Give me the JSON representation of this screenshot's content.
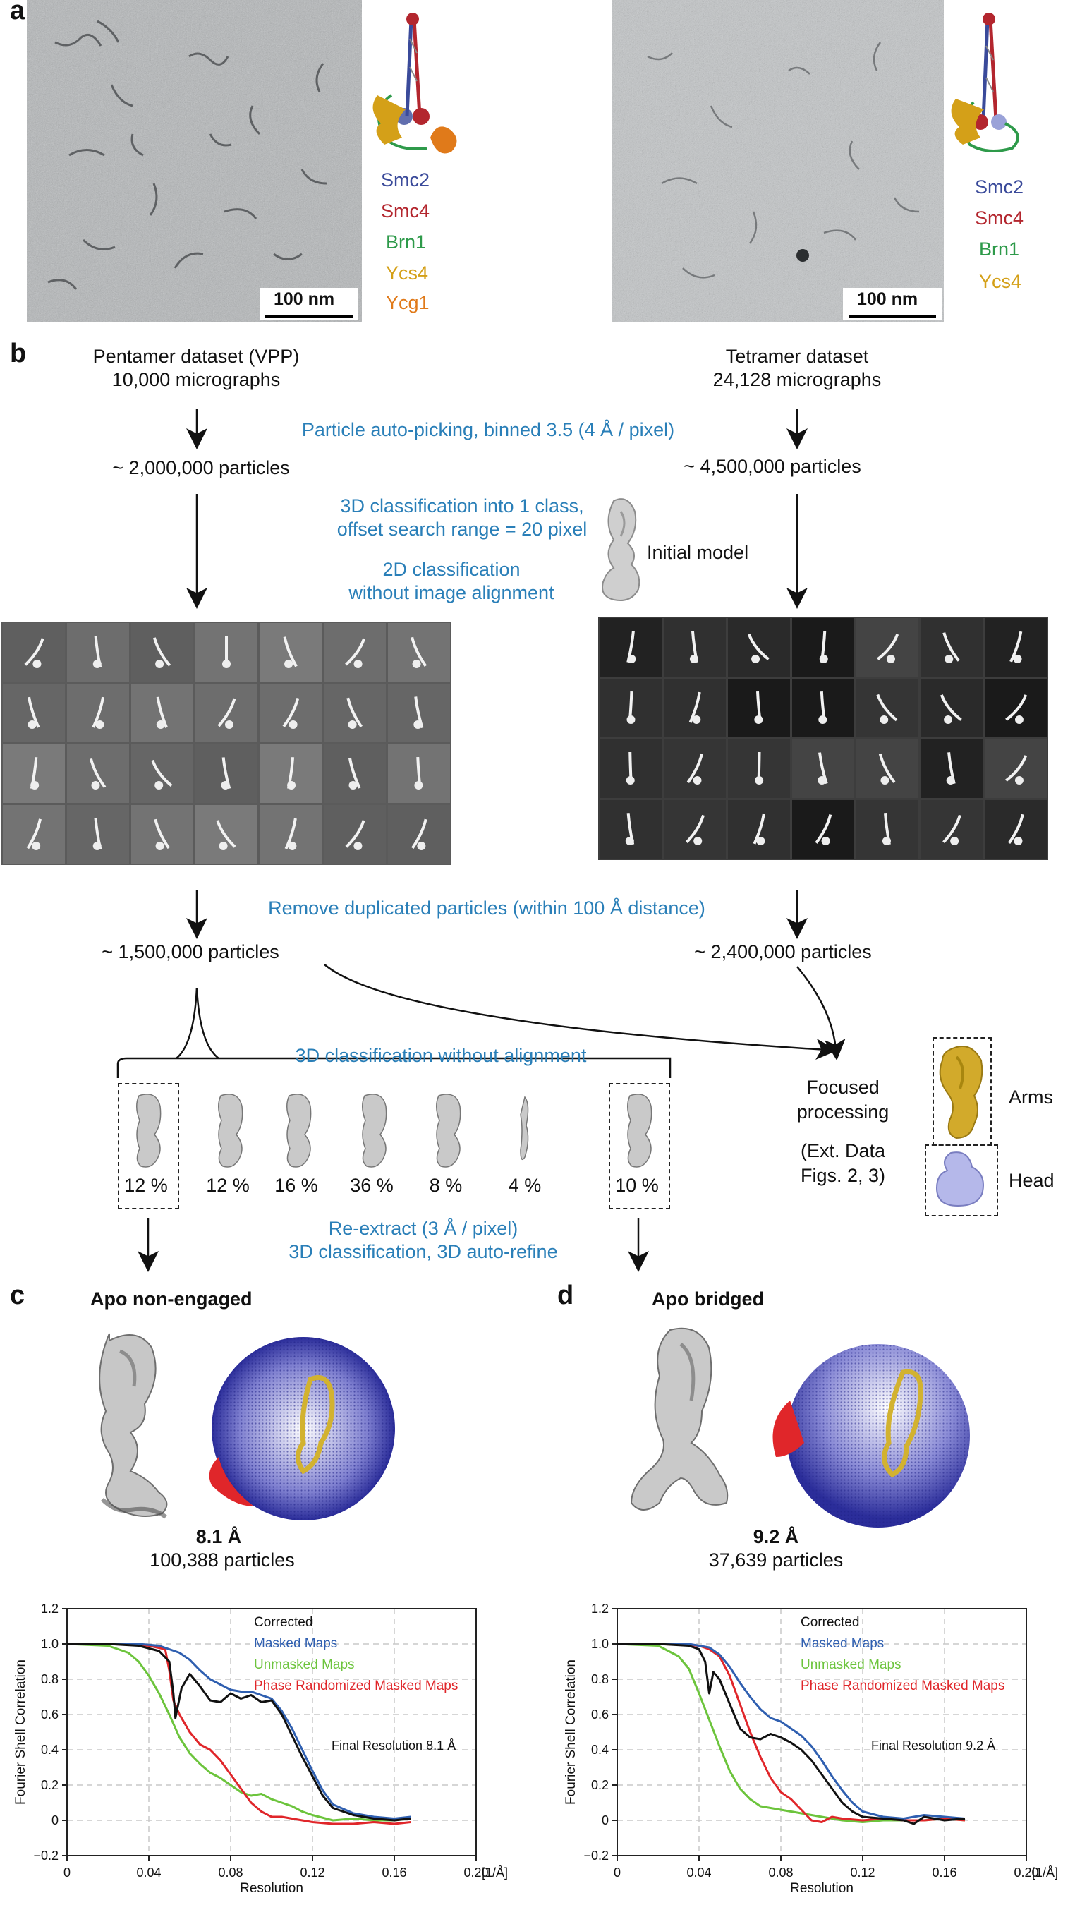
{
  "panel_labels": {
    "a": "a",
    "b": "b",
    "c": "c",
    "d": "d"
  },
  "panel_a": {
    "scale_left": "100 nm",
    "scale_right": "100 nm",
    "subunits_left": [
      {
        "name": "Smc2",
        "color": "#3a4a9a"
      },
      {
        "name": "Smc4",
        "color": "#b3262e"
      },
      {
        "name": "Brn1",
        "color": "#2e9a4a"
      },
      {
        "name": "Ycs4",
        "color": "#d4a018"
      },
      {
        "name": "Ycg1",
        "color": "#e07a1a"
      }
    ],
    "subunits_right": [
      {
        "name": "Smc2",
        "color": "#3a4a9a"
      },
      {
        "name": "Smc4",
        "color": "#b3262e"
      },
      {
        "name": "Brn1",
        "color": "#2e9a4a"
      },
      {
        "name": "Ycs4",
        "color": "#d4a018"
      }
    ]
  },
  "panel_b": {
    "left_title_1": "Pentamer dataset (VPP)",
    "left_title_2": "10,000 micrographs",
    "right_title_1": "Tetramer dataset",
    "right_title_2": "24,128 micrographs",
    "autopick": "Particle auto-picking, binned 3.5 (4 Å / pixel)",
    "left_particles_1": "~ 2,000,000 particles",
    "right_particles_1": "~ 4,500,000 particles",
    "classif3d_1": "3D classification into 1 class,",
    "classif3d_2": "offset search range = 20 pixel",
    "initial_model": "Initial model",
    "classif2d_1": "2D classification",
    "classif2d_2": "without image alignment",
    "remove_dup": "Remove duplicated particles (within 100 Å distance)",
    "left_particles_2": "~ 1,500,000 particles",
    "right_particles_2": "~ 2,400,000 particles",
    "classif3d_noalign": "3D classification without alignment",
    "class_percents": [
      "12 %",
      "12 %",
      "16 %",
      "36 %",
      "8 %",
      "4 %",
      "10 %"
    ],
    "focused_1": "Focused",
    "focused_2": "processing",
    "focused_3": "(Ext. Data",
    "focused_4": "Figs. 2, 3)",
    "arms": "Arms",
    "head": "Head",
    "reextract_1": "Re-extract (3 Å / pixel)",
    "reextract_2": "3D classification, 3D auto-refine"
  },
  "panel_c": {
    "title": "Apo non-engaged",
    "resolution": "8.1 Å",
    "particles": "100,388 particles"
  },
  "panel_d": {
    "title": "Apo bridged",
    "resolution": "9.2 Å",
    "particles": "37,639 particles"
  },
  "colors": {
    "corrected": "#111111",
    "masked": "#2f5fb0",
    "unmasked": "#6cc43c",
    "phase": "#e0262a",
    "flow_text": "#2a7fb8"
  },
  "chart_data": [
    {
      "type": "line",
      "panel": "c",
      "xlabel": "Resolution",
      "x_unit": "[1/Å]",
      "ylabel": "Fourier Shell Correlation",
      "xlim": [
        0,
        0.2
      ],
      "ylim": [
        -0.2,
        1.2
      ],
      "xticks": [
        0,
        0.04,
        0.08,
        0.12,
        0.16,
        0.2
      ],
      "xtick_labels": [
        "0",
        "0.04",
        "0.08",
        "0.12",
        "0.16",
        "0.20"
      ],
      "yticks": [
        -0.2,
        0,
        0.2,
        0.4,
        0.6,
        0.8,
        1.0,
        1.2
      ],
      "ytick_labels": [
        "−0.2",
        "0",
        "0.2",
        "0.4",
        "0.6",
        "0.8",
        "1.0",
        "1.2"
      ],
      "grid": true,
      "annotation": "Final Resolution 8.1 Å",
      "series": [
        {
          "name": "Corrected",
          "color": "#111111",
          "x": [
            0,
            0.02,
            0.035,
            0.045,
            0.05,
            0.052,
            0.053,
            0.056,
            0.06,
            0.065,
            0.07,
            0.075,
            0.08,
            0.085,
            0.09,
            0.095,
            0.1,
            0.105,
            0.11,
            0.115,
            0.12,
            0.125,
            0.13,
            0.14,
            0.15,
            0.16,
            0.168
          ],
          "y": [
            1.0,
            1.0,
            0.99,
            0.96,
            0.9,
            0.72,
            0.58,
            0.75,
            0.83,
            0.76,
            0.68,
            0.67,
            0.72,
            0.69,
            0.71,
            0.67,
            0.68,
            0.6,
            0.48,
            0.36,
            0.25,
            0.14,
            0.07,
            0.03,
            0.01,
            0.0,
            0.01
          ]
        },
        {
          "name": "Masked Maps",
          "color": "#2f5fb0",
          "x": [
            0,
            0.02,
            0.035,
            0.045,
            0.05,
            0.055,
            0.06,
            0.065,
            0.07,
            0.075,
            0.08,
            0.085,
            0.09,
            0.095,
            0.1,
            0.105,
            0.11,
            0.115,
            0.12,
            0.125,
            0.13,
            0.14,
            0.15,
            0.16,
            0.168
          ],
          "y": [
            1.0,
            1.0,
            1.0,
            0.99,
            0.97,
            0.95,
            0.91,
            0.85,
            0.8,
            0.77,
            0.74,
            0.73,
            0.73,
            0.71,
            0.69,
            0.62,
            0.52,
            0.4,
            0.28,
            0.17,
            0.09,
            0.04,
            0.02,
            0.01,
            0.02
          ]
        },
        {
          "name": "Unmasked Maps",
          "color": "#6cc43c",
          "x": [
            0,
            0.02,
            0.03,
            0.035,
            0.04,
            0.045,
            0.05,
            0.055,
            0.06,
            0.065,
            0.07,
            0.075,
            0.08,
            0.085,
            0.09,
            0.095,
            0.1,
            0.105,
            0.11,
            0.115,
            0.12,
            0.13,
            0.14,
            0.15,
            0.16,
            0.168
          ],
          "y": [
            1.0,
            0.99,
            0.95,
            0.9,
            0.82,
            0.72,
            0.6,
            0.47,
            0.38,
            0.32,
            0.27,
            0.24,
            0.2,
            0.16,
            0.14,
            0.15,
            0.12,
            0.1,
            0.08,
            0.05,
            0.03,
            0.0,
            0.01,
            0.0,
            0.0,
            0.01
          ]
        },
        {
          "name": "Phase Randomized Masked Maps",
          "color": "#e0262a",
          "x": [
            0,
            0.02,
            0.04,
            0.048,
            0.05,
            0.052,
            0.055,
            0.06,
            0.065,
            0.07,
            0.075,
            0.08,
            0.085,
            0.09,
            0.095,
            0.1,
            0.105,
            0.11,
            0.12,
            0.13,
            0.14,
            0.15,
            0.16,
            0.168
          ],
          "y": [
            1.0,
            1.0,
            0.99,
            0.97,
            0.85,
            0.68,
            0.6,
            0.5,
            0.43,
            0.4,
            0.34,
            0.26,
            0.18,
            0.1,
            0.05,
            0.02,
            0.02,
            0.01,
            -0.01,
            -0.02,
            -0.02,
            -0.01,
            -0.02,
            -0.01
          ]
        }
      ]
    },
    {
      "type": "line",
      "panel": "d",
      "xlabel": "Resolution",
      "x_unit": "[1/Å]",
      "ylabel": "Fourier Shell Correlation",
      "xlim": [
        0,
        0.2
      ],
      "ylim": [
        -0.2,
        1.2
      ],
      "xticks": [
        0,
        0.04,
        0.08,
        0.12,
        0.16,
        0.2
      ],
      "xtick_labels": [
        "0",
        "0.04",
        "0.08",
        "0.12",
        "0.16",
        "0.20"
      ],
      "yticks": [
        -0.2,
        0,
        0.2,
        0.4,
        0.6,
        0.8,
        1.0,
        1.2
      ],
      "ytick_labels": [
        "−0.2",
        "0",
        "0.2",
        "0.4",
        "0.6",
        "0.8",
        "1.0",
        "1.2"
      ],
      "grid": true,
      "annotation": "Final Resolution 9.2 Å",
      "series": [
        {
          "name": "Corrected",
          "color": "#111111",
          "x": [
            0,
            0.02,
            0.035,
            0.04,
            0.043,
            0.045,
            0.047,
            0.05,
            0.055,
            0.06,
            0.065,
            0.07,
            0.075,
            0.08,
            0.085,
            0.09,
            0.095,
            0.1,
            0.105,
            0.11,
            0.115,
            0.12,
            0.13,
            0.14,
            0.145,
            0.15,
            0.16,
            0.17
          ],
          "y": [
            1.0,
            1.0,
            0.99,
            0.97,
            0.9,
            0.72,
            0.84,
            0.8,
            0.66,
            0.52,
            0.47,
            0.46,
            0.49,
            0.47,
            0.44,
            0.4,
            0.34,
            0.26,
            0.18,
            0.1,
            0.05,
            0.02,
            0.01,
            0.0,
            -0.02,
            0.02,
            0.0,
            0.01
          ]
        },
        {
          "name": "Masked Maps",
          "color": "#2f5fb0",
          "x": [
            0,
            0.02,
            0.035,
            0.045,
            0.05,
            0.055,
            0.06,
            0.065,
            0.07,
            0.075,
            0.08,
            0.085,
            0.09,
            0.095,
            0.1,
            0.105,
            0.11,
            0.115,
            0.12,
            0.13,
            0.14,
            0.15,
            0.16,
            0.17
          ],
          "y": [
            1.0,
            1.0,
            1.0,
            0.98,
            0.94,
            0.87,
            0.78,
            0.7,
            0.63,
            0.58,
            0.56,
            0.52,
            0.48,
            0.42,
            0.34,
            0.25,
            0.17,
            0.1,
            0.05,
            0.02,
            0.01,
            0.03,
            0.02,
            0.01
          ]
        },
        {
          "name": "Unmasked Maps",
          "color": "#6cc43c",
          "x": [
            0,
            0.02,
            0.03,
            0.035,
            0.04,
            0.045,
            0.05,
            0.055,
            0.06,
            0.065,
            0.07,
            0.075,
            0.08,
            0.09,
            0.1,
            0.11,
            0.12,
            0.13,
            0.14,
            0.15,
            0.16,
            0.17
          ],
          "y": [
            1.0,
            0.99,
            0.93,
            0.86,
            0.72,
            0.57,
            0.42,
            0.28,
            0.18,
            0.12,
            0.08,
            0.07,
            0.06,
            0.04,
            0.02,
            0.0,
            -0.01,
            0.0,
            0.0,
            0.0,
            0.01,
            0.0
          ]
        },
        {
          "name": "Phase Randomized Masked Maps",
          "color": "#e0262a",
          "x": [
            0,
            0.02,
            0.04,
            0.045,
            0.05,
            0.055,
            0.06,
            0.065,
            0.07,
            0.075,
            0.08,
            0.085,
            0.09,
            0.095,
            0.1,
            0.105,
            0.11,
            0.12,
            0.13,
            0.14,
            0.15,
            0.16,
            0.17
          ],
          "y": [
            1.0,
            1.0,
            0.99,
            0.97,
            0.93,
            0.82,
            0.66,
            0.5,
            0.36,
            0.24,
            0.16,
            0.12,
            0.06,
            0.0,
            -0.01,
            0.02,
            0.01,
            0.0,
            0.01,
            0.0,
            0.0,
            0.01,
            0.0
          ]
        }
      ]
    }
  ]
}
